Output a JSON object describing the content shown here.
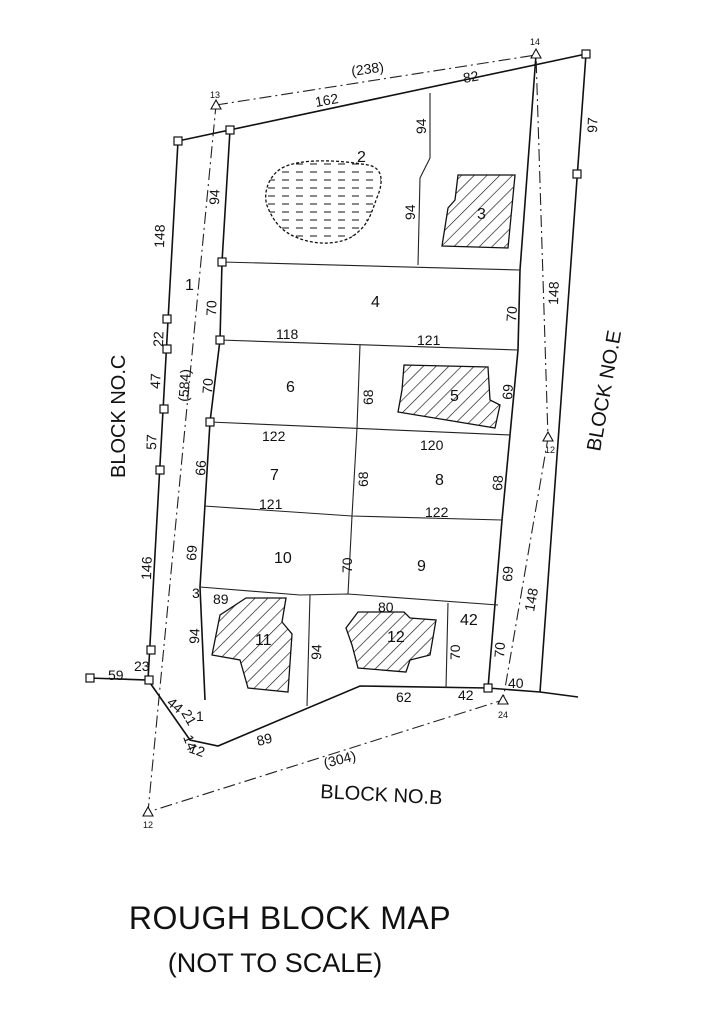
{
  "title": "ROUGH BLOCK MAP",
  "subtitle": "(NOT TO SCALE)",
  "blocks": {
    "c": "BLOCK NO.C",
    "e": "BLOCK NO.E",
    "b": "BLOCK NO.B"
  },
  "plots": [
    "1",
    "2",
    "3",
    "4",
    "5",
    "6",
    "7",
    "8",
    "9",
    "10",
    "11",
    "12",
    "42"
  ],
  "survey_marks": [
    "13",
    "14",
    "12",
    "24",
    "12"
  ],
  "dimensions": {
    "top_238": "(238)",
    "top_162": "162",
    "top_82": "82",
    "right_97": "97",
    "p2_94a": "94",
    "p2_94b": "94",
    "p1_94": "94",
    "left_148": "148",
    "left_22": "22",
    "left_47": "47",
    "left_57": "57",
    "left_146": "146",
    "left_584": "(584)",
    "p1_70": "70",
    "p4_70": "70",
    "e_148a": "148",
    "p6_118": "118",
    "p5_121": "121",
    "p6_70": "70",
    "p6_68": "68",
    "p5_69": "69",
    "p7_122": "122",
    "p8_120": "120",
    "p7_66": "66",
    "p7_68": "68",
    "p8_68": "68",
    "p10_121": "121",
    "p9_122": "122",
    "p10_69": "69",
    "p10_70": "70",
    "p9_69": "69",
    "p11_3": "3",
    "p11_89": "89",
    "p12_80": "80",
    "p11_94": "94",
    "p12_94": "94",
    "p42_70": "70",
    "p42_70b": "70",
    "e_148b": "148",
    "bl_59": "59",
    "bl_23": "23",
    "bl_44": "44",
    "bl_21": "21",
    "bl_1": "1",
    "bl_14": "14",
    "bl_12": "12",
    "b_89": "89",
    "b_62": "62",
    "b_42": "42",
    "b_40": "40",
    "b_304": "(304)"
  }
}
